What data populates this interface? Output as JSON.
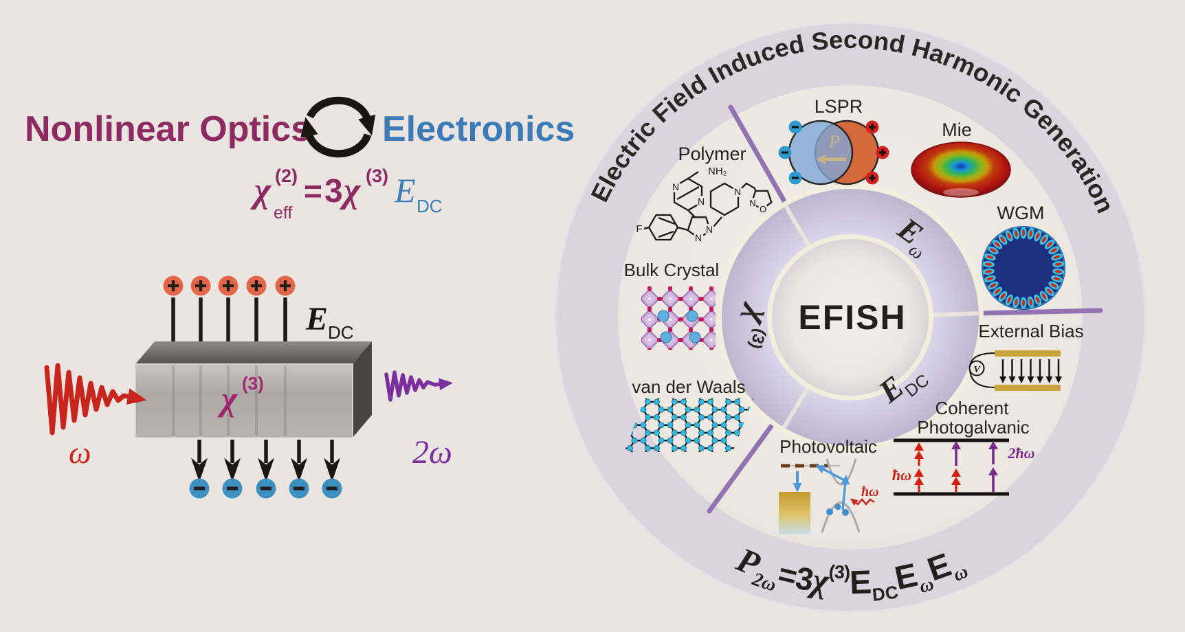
{
  "colors": {
    "background": "#EAE5E1",
    "magenta": "#8E2A62",
    "blue": "#3B7CB8",
    "red_wave": "#C9251C",
    "purple_wave": "#7B2F9E",
    "chi_slab": "#A02670",
    "orange_charge": "#E2664A",
    "blue_charge": "#3D8FBF",
    "outer_ring": "#DBD3DE",
    "inner_ring_lavender": "#C6C0D8",
    "divider_purple": "#8F6CB0",
    "gold": "#C9A23B",
    "wgm_navy": "#1D2F7E",
    "text_dark": "#29231F"
  },
  "left": {
    "title_optics": "Nonlinear Optics",
    "title_electronics": "Electronics",
    "formula": {
      "chi": "χ",
      "sup_2": "(2)",
      "sub_eff": "eff",
      "eq": "=",
      "coef": "3",
      "chi_b": "χ",
      "sup_3": "(3)",
      "E": "E",
      "sub_DC": "DC"
    },
    "device": {
      "E": "E",
      "sub_DC": "DC",
      "chi": "χ",
      "sup_3": "(3)",
      "omega_in": "ω",
      "omega_out": "2ω"
    }
  },
  "wheel": {
    "arc_title": "Electric Field Induced Second Harmonic Generation",
    "center_label": "EFISH",
    "ring_labels": {
      "E_omega": {
        "base": "E",
        "sub": "ω"
      },
      "chi3": {
        "base": "χ",
        "sup": "(3)"
      },
      "E_dc": {
        "base": "E",
        "sub": "DC"
      }
    },
    "bottom_formula": {
      "P": "P",
      "sub_2w": "2ω",
      "eq": "=3",
      "chi": "χ",
      "sup_3": "(3)",
      "E1": "E",
      "sub_DC": "DC",
      "E2": "E",
      "sub_w1": "ω",
      "E3": "E",
      "sub_w2": "ω"
    },
    "sectors": {
      "lspr": {
        "label": "LSPR",
        "polarization": "P"
      },
      "mie": {
        "label": "Mie"
      },
      "wgm": {
        "label": "WGM"
      },
      "external_bias": {
        "label": "External Bias",
        "source": "V"
      },
      "coherent_photogalvanic": {
        "label_1": "Coherent",
        "label_2": "Photogalvanic",
        "photon": "ħω",
        "two_photon": "2ħω"
      },
      "photovoltaic": {
        "label": "Photovoltaic",
        "photon": "ħω"
      },
      "van_der_waals": {
        "label": "van der Waals"
      },
      "bulk_crystal": {
        "label": "Bulk Crystal"
      },
      "polymer": {
        "label": "Polymer",
        "nh2": "NH₂",
        "n": "N",
        "o": "O",
        "f": "F"
      }
    }
  }
}
